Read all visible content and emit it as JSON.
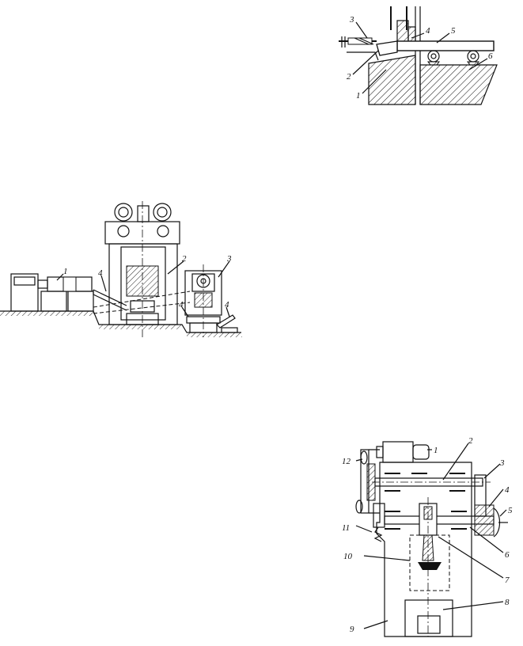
{
  "figures": [
    {
      "id": "fig-feeder-detail",
      "labels": [
        "1",
        "2",
        "3",
        "4",
        "5",
        "6"
      ]
    },
    {
      "id": "fig-press-line",
      "labels": [
        "1",
        "2",
        "3",
        "4",
        "4",
        "4"
      ]
    },
    {
      "id": "fig-press-kinematics",
      "labels": [
        "1",
        "2",
        "3",
        "4",
        "5",
        "6",
        "7",
        "8",
        "9",
        "10",
        "11",
        "12"
      ]
    }
  ]
}
